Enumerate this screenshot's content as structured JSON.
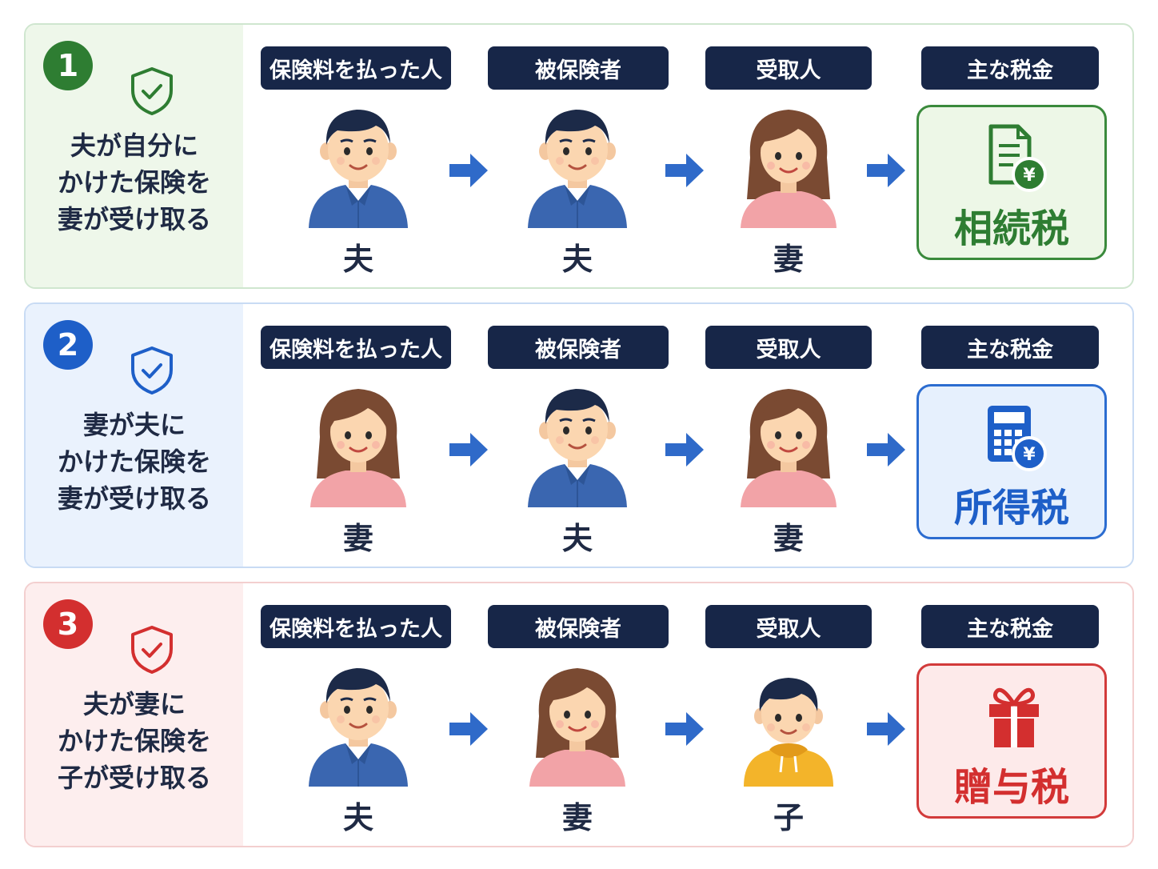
{
  "colors": {
    "dark_navy": "#172648",
    "text": "#1f2a44",
    "arrow": "#2f6ac9",
    "green": "#2e7d32",
    "blue": "#1e5fc8",
    "red": "#d32f2f"
  },
  "column_headers": [
    "保険料を払った人",
    "被保険者",
    "受取人",
    "主な税金"
  ],
  "rows": [
    {
      "number": "1",
      "theme": "green",
      "description_lines": [
        "夫が自分に",
        "かけた保険を",
        "妻が受け取る"
      ],
      "headers": [
        "保険料を払った人",
        "被保険者",
        "受取人",
        "主な税金"
      ],
      "people": [
        {
          "label": "夫",
          "avatar": "man-avatar-icon"
        },
        {
          "label": "夫",
          "avatar": "man-avatar-icon"
        },
        {
          "label": "妻",
          "avatar": "woman-avatar-icon"
        }
      ],
      "tax": {
        "name": "相続税",
        "icon": "document-yen-icon"
      }
    },
    {
      "number": "2",
      "theme": "blue",
      "description_lines": [
        "妻が夫に",
        "かけた保険を",
        "妻が受け取る"
      ],
      "headers": [
        "保険料を払った人",
        "被保険者",
        "受取人",
        "主な税金"
      ],
      "people": [
        {
          "label": "妻",
          "avatar": "woman-avatar-icon"
        },
        {
          "label": "夫",
          "avatar": "man-avatar-icon"
        },
        {
          "label": "妻",
          "avatar": "woman-avatar-icon"
        }
      ],
      "tax": {
        "name": "所得税",
        "icon": "calculator-yen-icon"
      }
    },
    {
      "number": "3",
      "theme": "red",
      "description_lines": [
        "夫が妻に",
        "かけた保険を",
        "子が受け取る"
      ],
      "headers": [
        "保険料を払った人",
        "被保険者",
        "受取人",
        "主な税金"
      ],
      "people": [
        {
          "label": "夫",
          "avatar": "man-avatar-icon"
        },
        {
          "label": "妻",
          "avatar": "woman-avatar-icon"
        },
        {
          "label": "子",
          "avatar": "child-avatar-icon"
        }
      ],
      "tax": {
        "name": "贈与税",
        "icon": "gift-icon"
      }
    }
  ]
}
